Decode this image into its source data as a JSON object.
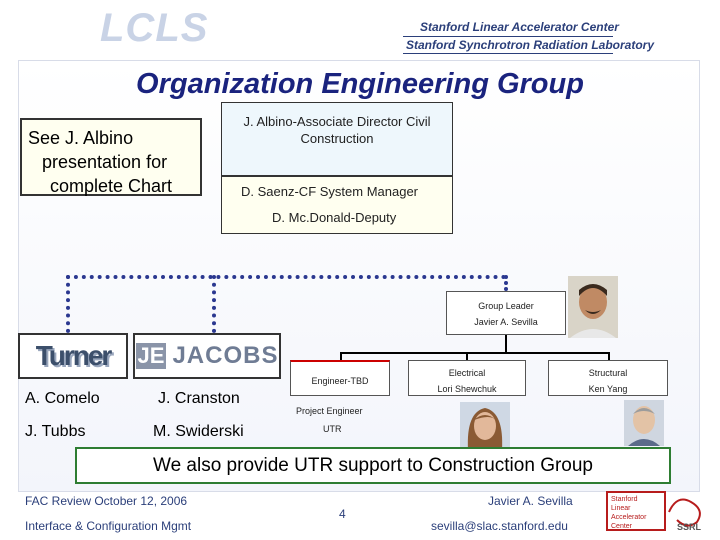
{
  "header": {
    "logo_text": "LCLS",
    "org_line1": "Stanford Linear Accelerator Center",
    "org_line2": "Stanford Synchrotron Radiation Laboratory"
  },
  "title": "Organization Engineering Group",
  "see_note": {
    "line1": "See J. Albino",
    "line2": "presentation for",
    "line3": "complete Chart"
  },
  "org": {
    "director_line1": "J. Albino-Associate Director Civil",
    "director_line2": "Construction",
    "manager": "D. Saenz-CF System Manager",
    "deputy": "D. Mc.Donald-Deputy",
    "group_leader_title": "Group Leader",
    "group_leader_name": "Javier A. Sevilla",
    "engineer_role": "Engineer-TBD",
    "project_engineer": "Project Engineer",
    "utr": "UTR",
    "electrical_title": "Electrical",
    "electrical_name": "Lori Shewchuk",
    "structural_title": "Structural",
    "structural_name": "Ken Yang"
  },
  "contractors": {
    "turner_logo": "Turner",
    "jacobs_mark": "JE",
    "jacobs_logo": "JACOBS",
    "turner_person1": "A.  Comelo",
    "turner_person2": "J. Tubbs",
    "jacobs_person1": "J. Cranston",
    "jacobs_person2": "M. Swiderski"
  },
  "banner": "We also provide UTR support to Construction Group",
  "footer": {
    "review": "FAC Review October 12, 2006",
    "subtitle": "Interface & Configuration Mgmt",
    "page": "4",
    "presenter": "Javier A. Sevilla",
    "email": "sevilla@slac.stanford.edu",
    "slac_logo_lines": [
      "Stanford",
      "Linear",
      "Accelerator",
      "Center"
    ],
    "ssrl_logo": "SSRL"
  },
  "colors": {
    "title": "#1a237e",
    "dotted_line": "#2b3890",
    "banner_border": "#2e7d32",
    "footer_text": "#2b3f7a",
    "slac_logo": "#b71c1c"
  }
}
